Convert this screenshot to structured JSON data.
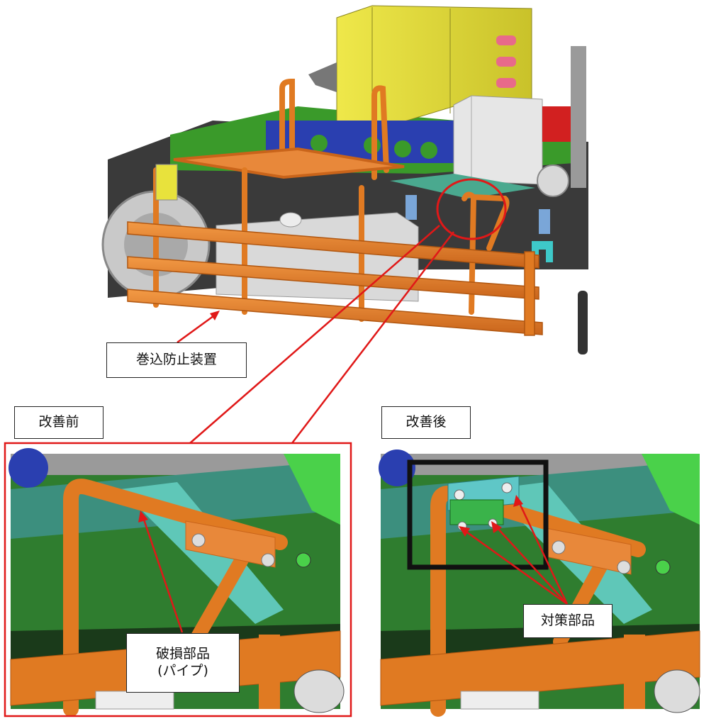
{
  "labels": {
    "device": "巻込防止装置",
    "before": "改善前",
    "after": "改善後",
    "damaged_line1": "破損部品",
    "damaged_line2": "(パイプ)",
    "countermeasure": "対策部品"
  },
  "colors": {
    "pipe_orange": "#e07a22",
    "frame_green": "#2f7d2f",
    "panel_teal": "#3c8f7e",
    "highlight_red": "#e01818",
    "box_yellow": "#e8e23c",
    "guard_blue": "#2a3fb0",
    "frame_black": "#111111"
  }
}
